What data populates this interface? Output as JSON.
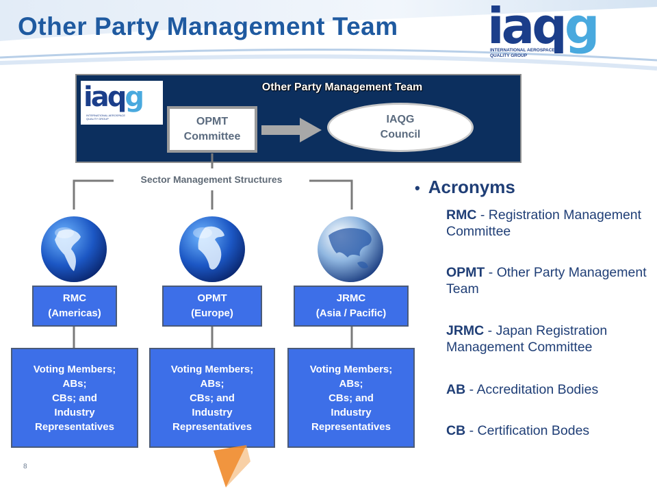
{
  "title": "Other Party Management Team",
  "logo": {
    "text_iaq": "iaq",
    "text_g": "g",
    "subtitle_line1": "INTERNATIONAL AEROSPACE",
    "subtitle_line2": "QUALITY GROUP"
  },
  "panel": {
    "title": "Other Party Management Team",
    "committee_line1": "OPMT",
    "committee_line2": "Committee",
    "council_line1": "IAQG",
    "council_line2": "Council"
  },
  "sector_label": "Sector Management Structures",
  "sectors": [
    {
      "name": "RMC",
      "region": "(Americas)"
    },
    {
      "name": "OPMT",
      "region": "(Europe)"
    },
    {
      "name": "JRMC",
      "region": "(Asia / Pacific)"
    }
  ],
  "members": [
    "Voting Members;",
    "ABs;",
    "CBs; and",
    "Industry",
    "Representatives"
  ],
  "acronyms": {
    "heading": "Acronyms",
    "items": [
      {
        "term": "RMC",
        "sep": " - ",
        "def": "Registration Management Committee"
      },
      {
        "term": "OPMT",
        "sep": " - ",
        "def": "Other Party Management Team"
      },
      {
        "term": "JRMC",
        "sep": " - ",
        "def": "Japan Registration Management Committee"
      },
      {
        "term": "AB",
        "sep": " - ",
        "def": "Accreditation Bodies"
      },
      {
        "term": "CB",
        "sep": " - ",
        "def": "Certification Bodes"
      }
    ]
  },
  "page_number": "8",
  "colors": {
    "title": "#1f5aa0",
    "panel": "#0c2f5e",
    "box": "#3d6fe8",
    "connector": "#7a7a7a"
  },
  "icons": [
    "globe-americas-icon",
    "globe-europe-icon",
    "globe-asia-icon",
    "arrow-right-icon"
  ]
}
